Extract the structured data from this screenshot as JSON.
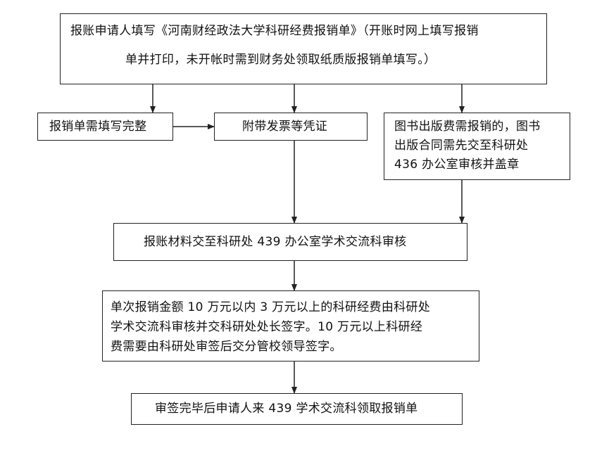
{
  "flowchart": {
    "step_fill_form": {
      "line1": "报账申请人填写《河南财经政法大学科研经费报销单》（开账时网上填写报销",
      "line2": "单并打印，未开帐时需到财务处领取纸质版报销单填写。）"
    },
    "step_form_complete": "报销单需填写完整",
    "step_attach_invoice": "附带发票等凭证",
    "step_book_publication": {
      "line1": "图书出版费需报销的，图书",
      "line2": "出版合同需先交至科研处",
      "line3": "436 办公室审核并盖章"
    },
    "step_submit_materials": "报账材料交至科研处 439 办公室学术交流科审核",
    "step_signature_rules": {
      "line1": "单次报销金额 10 万元以内 3 万元以上的科研经费由科研处",
      "line2": "学术交流科审核并交科研处处长签字。10 万元以上科研经",
      "line3": "费需要由科研处审签后交分管校领导签字。"
    },
    "step_collect_form": "审签完毕后申请人来 439 学术交流科领取报销单"
  }
}
